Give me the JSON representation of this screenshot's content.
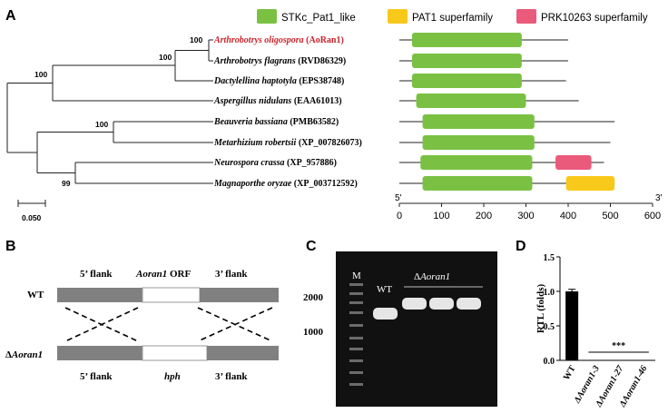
{
  "panels": {
    "A": {
      "letter": "A",
      "legend": [
        {
          "label": "STKc_Pat1_like",
          "color": "#7ac143"
        },
        {
          "label": "PAT1 superfamily",
          "color": "#f8c81a"
        },
        {
          "label": "PRK10263 superfamily",
          "color": "#ea5a7b"
        }
      ],
      "taxa": [
        {
          "species": "Arthrobotrys oligospora",
          "id": "(AoRan1)",
          "highlight": true,
          "length": 400,
          "domains": [
            {
              "type": "STKc_Pat1_like",
              "start": 30,
              "end": 290
            }
          ]
        },
        {
          "species": "Arthrobotrys flagrans",
          "id": "(RVD86329)",
          "highlight": false,
          "length": 400,
          "domains": [
            {
              "type": "STKc_Pat1_like",
              "start": 30,
              "end": 290
            }
          ]
        },
        {
          "species": "Dactylellina haptotyla",
          "id": "(EPS38748)",
          "highlight": false,
          "length": 395,
          "domains": [
            {
              "type": "STKc_Pat1_like",
              "start": 30,
              "end": 290
            }
          ]
        },
        {
          "species": "Aspergillus nidulans",
          "id": "(EAA61013)",
          "highlight": false,
          "length": 425,
          "domains": [
            {
              "type": "STKc_Pat1_like",
              "start": 40,
              "end": 300
            }
          ]
        },
        {
          "species": "Beauveria bassiana",
          "id": "(PMB63582)",
          "highlight": false,
          "length": 510,
          "domains": [
            {
              "type": "STKc_Pat1_like",
              "start": 55,
              "end": 320
            }
          ]
        },
        {
          "species": "Metarhizium robertsii",
          "id": "(XP_007826073)",
          "highlight": false,
          "length": 500,
          "domains": [
            {
              "type": "STKc_Pat1_like",
              "start": 55,
              "end": 320
            }
          ]
        },
        {
          "species": "Neurospora crassa",
          "id": "(XP_957886)",
          "highlight": false,
          "length": 485,
          "domains": [
            {
              "type": "STKc_Pat1_like",
              "start": 50,
              "end": 315
            },
            {
              "type": "PRK10263 superfamily",
              "start": 370,
              "end": 455
            }
          ]
        },
        {
          "species": "Magnaporthe oryzae",
          "id": "(XP_003712592)",
          "highlight": false,
          "length": 510,
          "domains": [
            {
              "type": "STKc_Pat1_like",
              "start": 55,
              "end": 315
            },
            {
              "type": "PAT1 superfamily",
              "start": 395,
              "end": 510
            }
          ]
        }
      ],
      "bootstraps": [
        "100",
        "100",
        "100",
        "100",
        "99"
      ],
      "scale_bar": "0.050",
      "axis": {
        "ticks": [
          "0",
          "100",
          "200",
          "300",
          "400",
          "500",
          "600"
        ],
        "end5": "5'",
        "end3": "3'",
        "max": 600
      }
    },
    "B": {
      "letter": "B",
      "top_labels": {
        "left": "5’ flank",
        "mid_italic": "Aoran1",
        "mid_rest": " ORF",
        "right": "3’ flank"
      },
      "bottom_labels": {
        "left": "5’ flank",
        "mid": "hph",
        "right": "3’ flank"
      },
      "wt_label": "WT",
      "ko_prefix": "Δ",
      "ko_gene": "Aoran1"
    },
    "C": {
      "letter": "C",
      "marker": "M",
      "wt": "WT",
      "ko_prefix": "Δ",
      "ko_gene": "Aoran1",
      "size_labels": [
        "2000",
        "1000"
      ]
    },
    "D": {
      "letter": "D",
      "ylabel": "RTL (folds)",
      "yticks": [
        "0.0",
        "0.5",
        "1.0",
        "1.5"
      ],
      "significance": "***"
    }
  },
  "chart_data": {
    "type": "bar",
    "categories": [
      "WT",
      "ΔAoran1-3",
      "ΔAoran1-27",
      "ΔAoran1-46"
    ],
    "values": [
      1.0,
      0.0,
      0.0,
      0.0
    ],
    "error": [
      0.03,
      0,
      0,
      0
    ],
    "ylabel": "RTL (folds)",
    "ylim": [
      0,
      1.5
    ]
  }
}
